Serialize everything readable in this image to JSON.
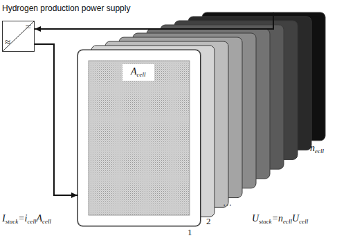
{
  "diagram": {
    "nodes": [
      {
        "text": [
          "Hydrogen production power supply",
          "≈",
          "="
        ]
      },
      {
        "text": [
          "Acell",
          "1"
        ]
      },
      {
        "text": [
          "necll"
        ]
      }
    ],
    "edges": [
      {
        "from": 2,
        "to": 0,
        "arrow": "to"
      },
      {
        "from": 0,
        "to": 1,
        "arrow": "to"
      }
    ],
    "labels": [
      "Istack=icellAcell",
      "Ustack=necllUcell",
      "2",
      "…"
    ]
  }
}
